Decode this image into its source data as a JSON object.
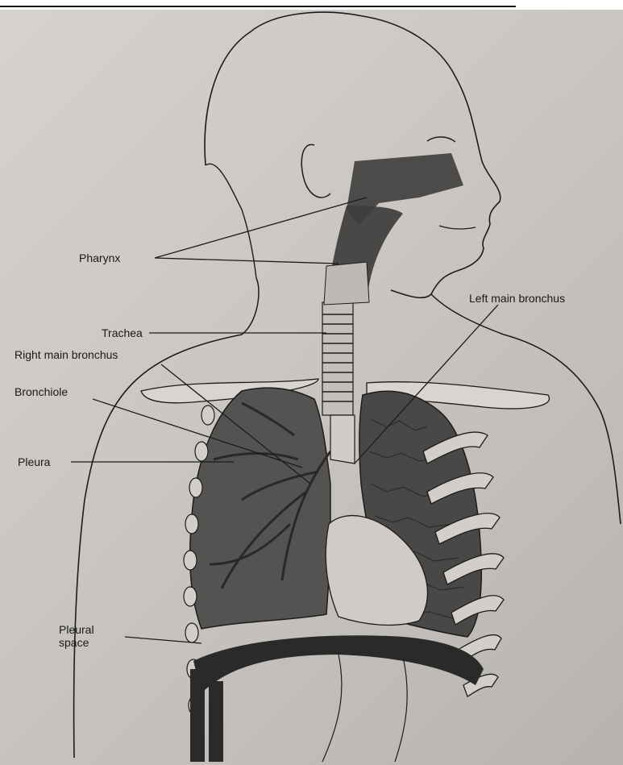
{
  "labels": {
    "pharynx": "Pharynx",
    "trachea": "Trachea",
    "right_main_bronchus": "Right main bronchus",
    "left_main_bronchus": "Left main bronchus",
    "bronchiole": "Bronchiole",
    "pleura": "Pleura",
    "pleural_space_line1": "Pleural",
    "pleural_space_line2": "space"
  },
  "colors": {
    "paper": "#cbc7c3",
    "outline": "#1c1c1c",
    "airway_dark": "#3f3d3c",
    "airway_light": "#bdb9b5",
    "lung_left": "#4a4847",
    "lung_right": "#555352",
    "diaphragm": "#2a2a2a"
  }
}
